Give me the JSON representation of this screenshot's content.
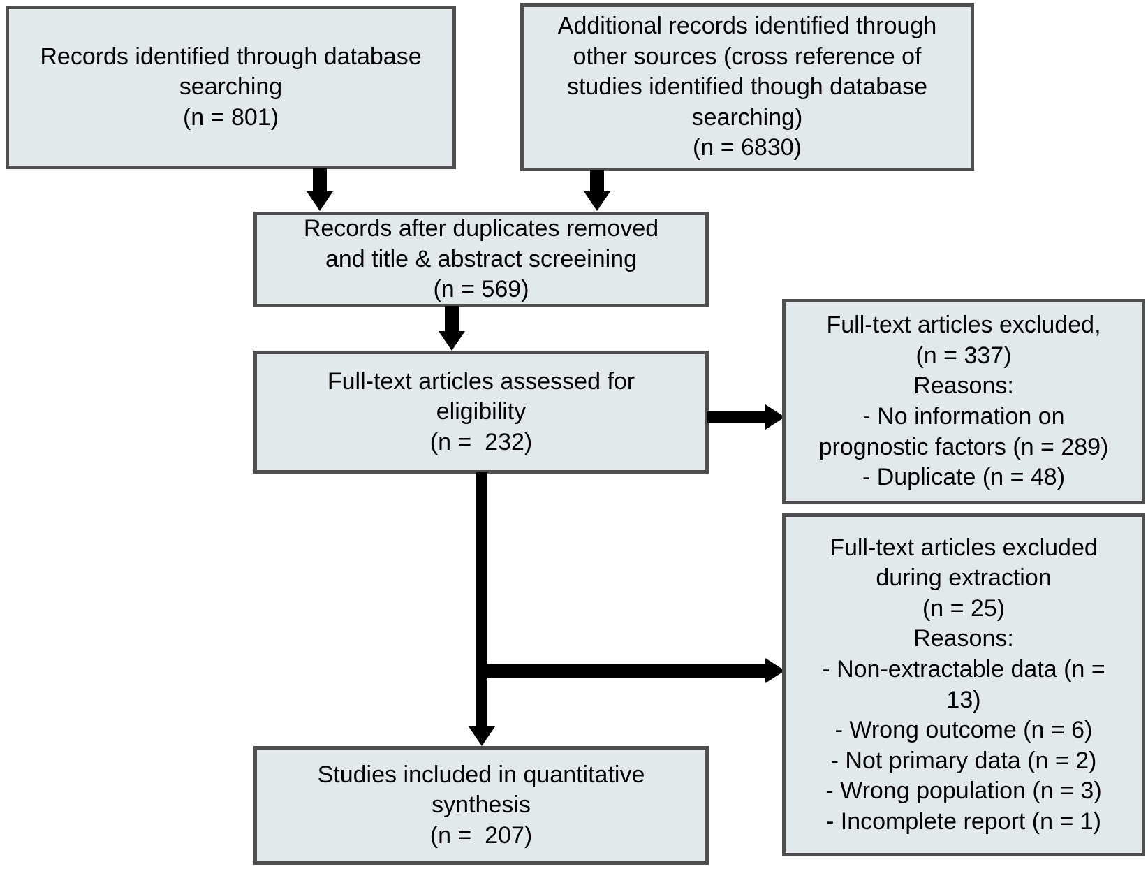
{
  "diagram": {
    "type": "prisma-flowchart",
    "colors": {
      "box_fill": "#e3e8eb",
      "box_border": "#4f4f4f",
      "arrow": "#000000",
      "text": "#000000",
      "background": "#ffffff"
    },
    "boxes": {
      "identification_database": {
        "lines": [
          "Records identified through database",
          "searching",
          "(n = 801)"
        ]
      },
      "identification_other": {
        "lines": [
          "Additional records identified through",
          "other sources (cross reference of",
          "studies identified though database",
          "searching)",
          "(n = 6830)"
        ]
      },
      "screening": {
        "lines": [
          "Records after duplicates removed",
          "and title & abstract screeining",
          "(n = 569)"
        ]
      },
      "eligibility": {
        "lines": [
          "Full-text articles assessed for",
          "eligibility",
          "(n =  232)"
        ]
      },
      "excluded_fulltext": {
        "lines": [
          "Full-text articles excluded,",
          "(n = 337)",
          "Reasons:",
          "- No information on",
          "prognostic factors (n = 289)",
          "- Duplicate (n = 48)"
        ]
      },
      "excluded_extraction": {
        "lines": [
          "Full-text articles excluded",
          "during extraction",
          "(n = 25)",
          "Reasons:",
          "- Non-extractable data (n =",
          "13)",
          "- Wrong outcome (n = 6)",
          "- Not primary data (n = 2)",
          "- Wrong population (n = 3)",
          "- Incomplete report (n = 1)"
        ]
      },
      "included": {
        "lines": [
          "Studies included in quantitative",
          "synthesis",
          "(n =  207)"
        ]
      }
    }
  }
}
